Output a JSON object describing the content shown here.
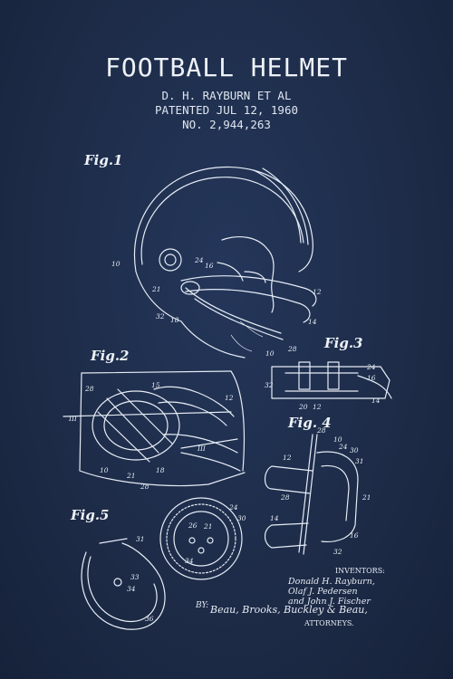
{
  "title": "FOOTBALL HELMET",
  "inventor_line": "D. H. RAYBURN ET AL",
  "patent_date": "PATENTED JUL 12, 1960",
  "patent_number": "NO. 2,944,263",
  "figures": {
    "fig1": "Fig.1",
    "fig2": "Fig.2",
    "fig3": "Fig.3",
    "fig4": "Fig. 4",
    "fig5": "Fig.5"
  },
  "inventors": {
    "heading": "INVENTORS:",
    "names": [
      "Donald H. Rayburn,",
      "Olaf J. Pedersen",
      "and John J. Fischer"
    ]
  },
  "attorneys": {
    "by": "BY:",
    "firm": "Beau, Brooks, Buckley & Beau,",
    "label": "ATTORNEYS."
  },
  "colors": {
    "background": "#1e2c48",
    "ink": "#e6ecf5"
  }
}
